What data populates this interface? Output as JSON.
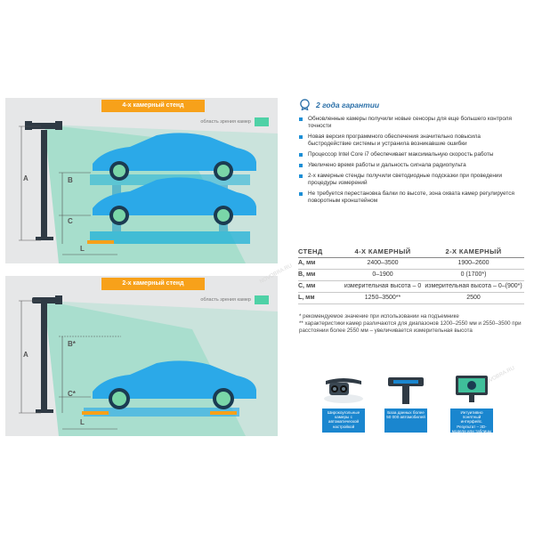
{
  "panels": [
    {
      "title": "4-х камерный стенд",
      "legend": "область зрения камер",
      "labels": {
        "a": "A",
        "b": "B",
        "c": "C",
        "l": "L"
      }
    },
    {
      "title": "2-х камерный стенд",
      "legend": "область зрения камер",
      "labels": {
        "a": "A",
        "b": "B*",
        "c": "C*",
        "l": "L"
      }
    }
  ],
  "warranty": "2 года гарантии",
  "features": [
    "Обновленные камеры получили новые сенсоры для еще большего контроля точности",
    "Новая версия программного обеспечения значительно повысила быстродействие системы и устранила возникавшие ошибки",
    "Процессор Intel Core i7 обеспечивает максимальную скорость работы",
    "Увеличено время работы и дальность сигнала радиопульта",
    "2-х камерные стенды получили светодиодные подсказки при проведении процедуры измерений",
    "Не требуется перестановка балки по высоте, зона охвата камер регулируется поворотным кронштейном"
  ],
  "table": {
    "headers": [
      "СТЕНД",
      "4-Х КАМЕРНЫЙ",
      "2-Х КАМЕРНЫЙ"
    ],
    "rows": [
      [
        "А, мм",
        "2400–3500",
        "1900–2600"
      ],
      [
        "В, мм",
        "0–1900",
        "0 (1700*)"
      ],
      [
        "С, мм",
        "измерительная высота – 0",
        "измерительная высота – 0–(900*)"
      ],
      [
        "L, мм",
        "1250–3500**",
        "2500"
      ]
    ]
  },
  "notes": [
    "*  рекомендуемое значение при использовании на подъемнике",
    "** характеристики камер различаются для диапазонов 1200–2550 мм и 2550–3500 при расстоянии более 2550 мм – увеличивается измерительная высота"
  ],
  "products": [
    {
      "caption": "Широкоугольные камеры с автоматической настройкой",
      "icon": "camera-icon"
    },
    {
      "caption": "База данных более 50 000 автомобилей",
      "icon": "monitor-icon"
    },
    {
      "caption": "Интуитивно понятный интерфейс. Результат – 3D-модели или таблицы",
      "icon": "screen-icon"
    }
  ],
  "watermark": "NOVOBRA.RU",
  "colors": {
    "accent_blue": "#1c8fd6",
    "title_orange": "#f7a11a",
    "camera_beam": "#4fd1a6",
    "car_blue": "#2ba9e8"
  }
}
